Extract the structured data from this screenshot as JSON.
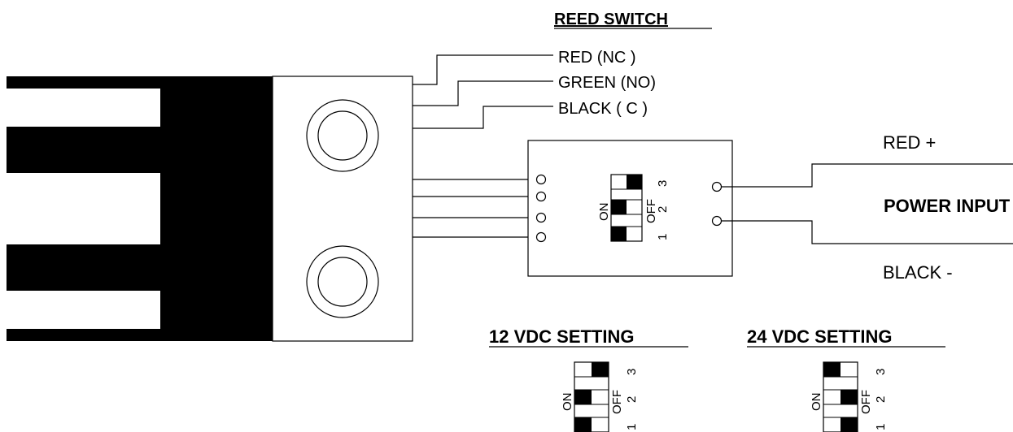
{
  "reed_switch": {
    "title": "REED SWITCH",
    "wires": [
      {
        "label": "RED (NC )"
      },
      {
        "label": "GREEN (NO)"
      },
      {
        "label": "BLACK ( C )"
      }
    ]
  },
  "power": {
    "title": "POWER INPUT",
    "positive_label": "RED +",
    "negative_label": "BLACK -"
  },
  "dip_switch": {
    "on_label": "ON",
    "off_label": "OFF",
    "position_numbers": [
      "3",
      "2",
      "1"
    ],
    "main_state": [
      "off",
      "on",
      "on"
    ]
  },
  "settings": [
    {
      "title": "12 VDC SETTING",
      "state": [
        "off",
        "on",
        "on"
      ]
    },
    {
      "title": "24 VDC SETTING",
      "state": [
        "on",
        "off",
        "off"
      ]
    }
  ],
  "colors": {
    "line": "#000000",
    "fill": "#000000",
    "background": "#ffffff"
  }
}
